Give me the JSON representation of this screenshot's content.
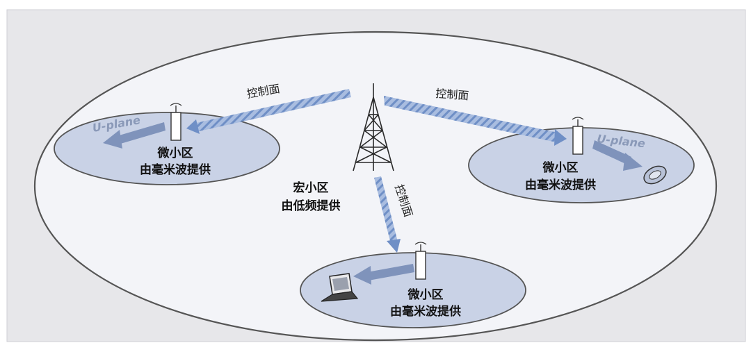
{
  "macro_cell": {
    "title": "宏小区",
    "subtitle": "由低频提供"
  },
  "small_cells": {
    "left": {
      "title": "微小区",
      "subtitle": "由毫米波提供",
      "user_plane_label": "U-plane"
    },
    "right": {
      "title": "微小区",
      "subtitle": "由毫米波提供",
      "user_plane_label": "U-plane"
    },
    "bottom": {
      "title": "微小区",
      "subtitle": "由毫米波提供"
    }
  },
  "control_links": {
    "left": {
      "label": "控制面"
    },
    "right": {
      "label": "控制面"
    },
    "bottom": {
      "label": "控制面"
    }
  },
  "colors": {
    "frame_bg": "#e7e7ea",
    "macro_fill": "#f3f4f8",
    "small_fill": "#c9d2e6",
    "link_blue": "#8ea6d3",
    "arrow_gray": "#7f93bb"
  }
}
